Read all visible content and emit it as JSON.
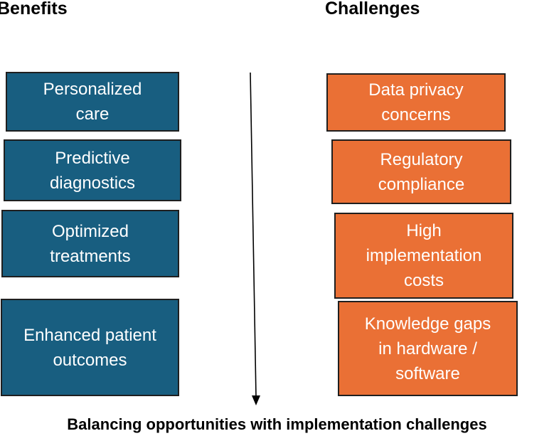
{
  "columns": {
    "benefits": {
      "heading": "Benefits",
      "items": [
        "Personalized\ncare",
        "Predictive\ndiagnostics",
        "Optimized\ntreatments",
        "Enhanced patient\noutcomes"
      ]
    },
    "challenges": {
      "heading": "Challenges",
      "items": [
        "Data privacy\nconcerns",
        "Regulatory\ncompliance",
        "High\nimplementation\ncosts",
        "Knowledge gaps\nin hardware /\nsoftware"
      ]
    }
  },
  "footer": "Balancing opportunities with implementation challenges",
  "colors": {
    "benefit_fill": "#185e80",
    "challenge_fill": "#ea7035",
    "border": "#1f1f1f",
    "text_on_box": "#ffffff"
  }
}
